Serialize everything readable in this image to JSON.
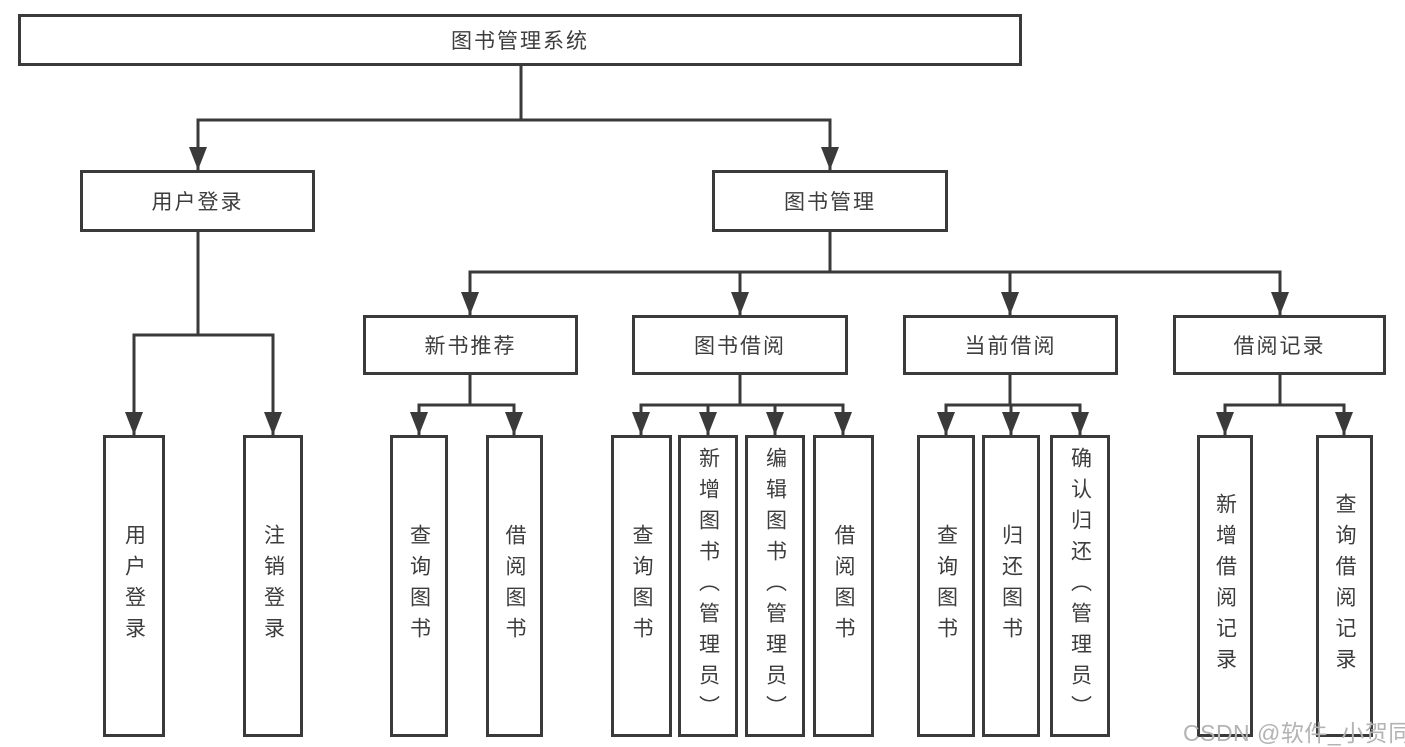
{
  "diagram_type": "functional-structure-tree",
  "tree": {
    "root": {
      "label": "图书管理系统",
      "children": [
        {
          "label": "用户登录",
          "children": [
            {
              "label": "用户登录"
            },
            {
              "label": "注销登录"
            }
          ]
        },
        {
          "label": "图书管理",
          "children": [
            {
              "label": "新书推荐",
              "children": [
                {
                  "label": "查询图书"
                },
                {
                  "label": "借阅图书"
                }
              ]
            },
            {
              "label": "图书借阅",
              "children": [
                {
                  "label": "查询图书"
                },
                {
                  "label": "新增图书（管理员）"
                },
                {
                  "label": "编辑图书（管理员）"
                },
                {
                  "label": "借阅图书"
                }
              ]
            },
            {
              "label": "当前借阅",
              "children": [
                {
                  "label": "查询图书"
                },
                {
                  "label": "归还图书"
                },
                {
                  "label": "确认归还（管理员）"
                }
              ]
            },
            {
              "label": "借阅记录",
              "children": [
                {
                  "label": "新增借阅记录"
                },
                {
                  "label": "查询借阅记录"
                }
              ]
            }
          ]
        }
      ]
    }
  },
  "watermark": "CSDN @软件_小贺同学",
  "colors": {
    "line": "#3a3a3a",
    "text": "#3d3d3d",
    "watermark": "#b3b3b3",
    "background": "#ffffff"
  }
}
